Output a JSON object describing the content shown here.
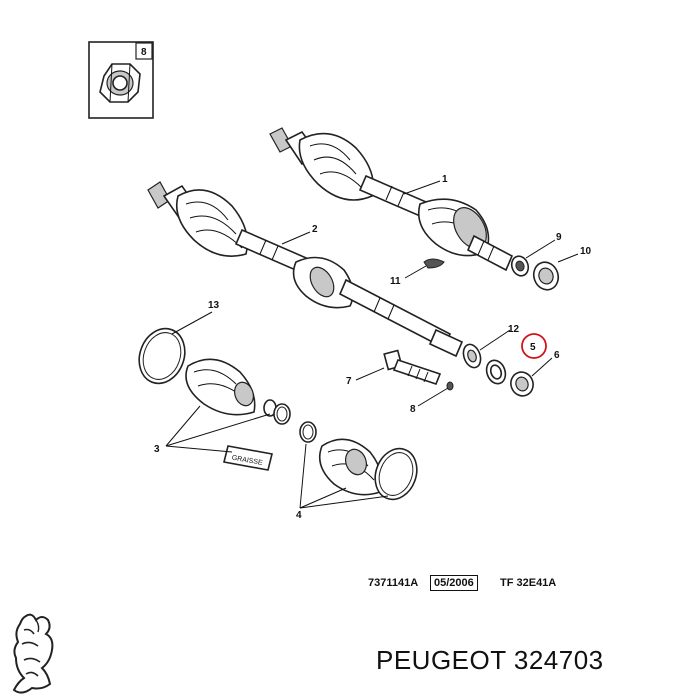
{
  "callouts": {
    "c1": "1",
    "c2": "2",
    "c3": "3",
    "c4": "4",
    "c5": "5",
    "c6": "6",
    "c7": "7",
    "c8": "8",
    "c8box": "8",
    "c9": "9",
    "c10": "10",
    "c11": "11",
    "c12": "12",
    "c13": "13"
  },
  "grease_label": "GRAISSE",
  "reference": {
    "code": "7371141A",
    "date": "05/2006",
    "tf": "TF 32E41A"
  },
  "caption": "PEUGEOT 324703",
  "highlight_color": "#d0141c"
}
